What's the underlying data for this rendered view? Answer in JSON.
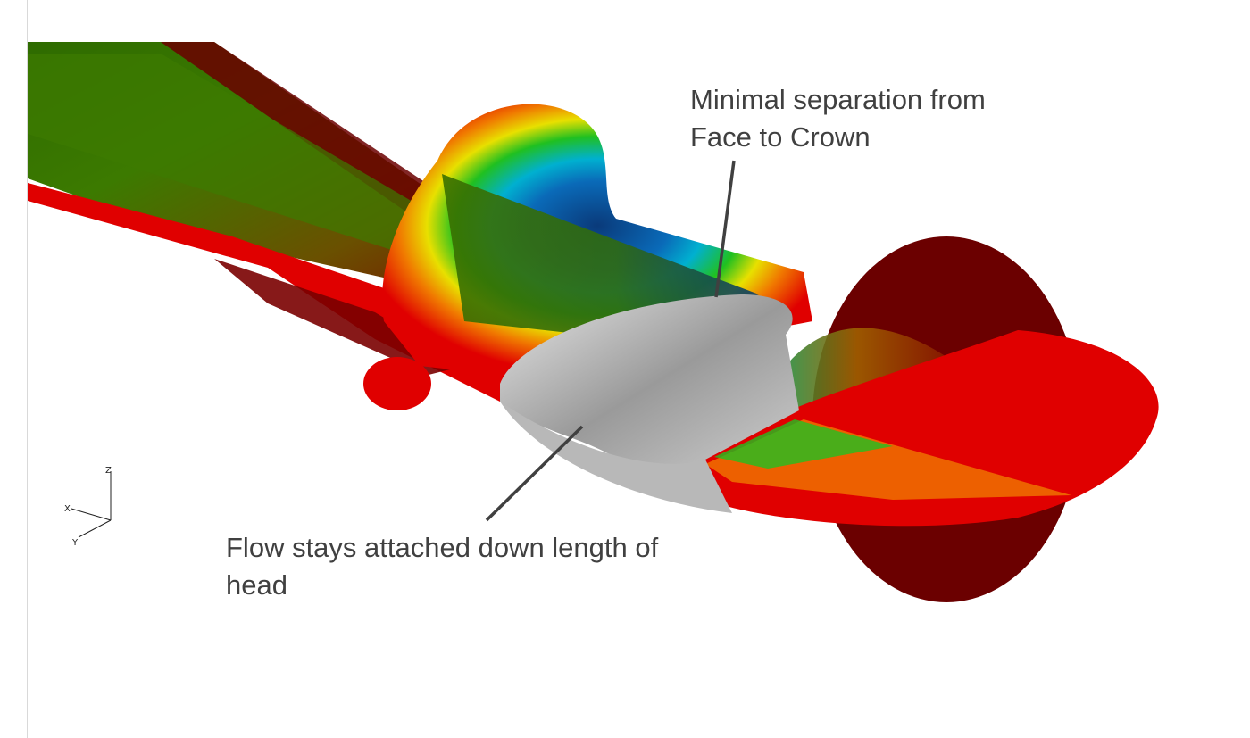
{
  "annotations": {
    "top": "Minimal separation from\nFace to Crown",
    "bottom": "Flow stays attached down length of\nhead"
  },
  "axis_triad": {
    "x": "X",
    "y": "Y",
    "z": "Z"
  },
  "colors": {
    "background": "#ffffff",
    "annotation_text": "#404040",
    "leader_line": "#404040",
    "club_head_surface": "#a8a8a8",
    "contour_dark_red": "#6b0000",
    "contour_red": "#e00000",
    "contour_orange": "#f07800",
    "contour_yellow": "#e8e000",
    "contour_green": "#20c020",
    "contour_cyan": "#00b0d0",
    "contour_blue": "#0050a0",
    "contour_dark_blue": "#003060"
  }
}
